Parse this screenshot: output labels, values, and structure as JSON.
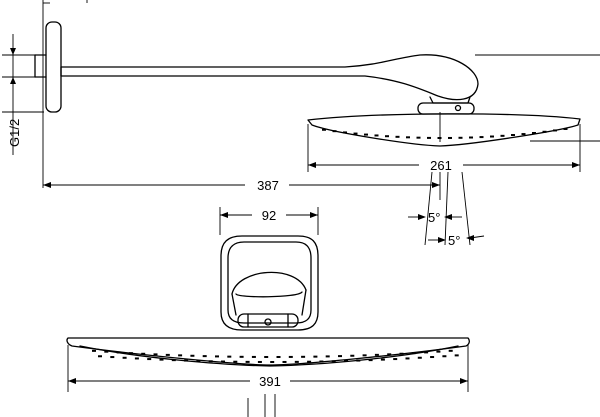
{
  "dimensions": {
    "arm_projection": "387",
    "head_width_side": "261",
    "head_depth_top": "92",
    "head_width_front": "391",
    "thread": "G1/2",
    "swivel_angle_1": "5°",
    "swivel_angle_2": "5°"
  }
}
